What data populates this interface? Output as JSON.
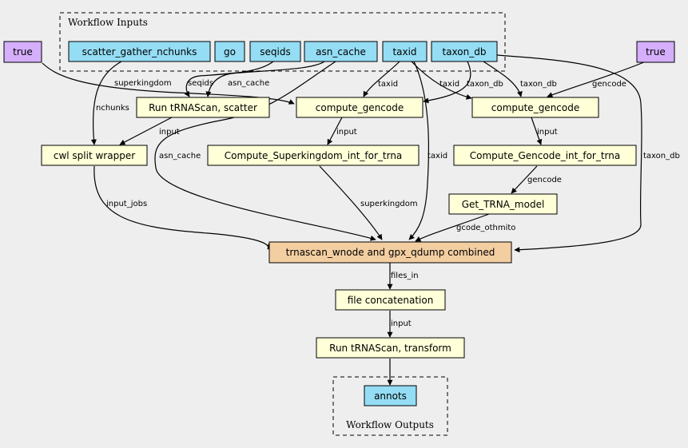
{
  "clusters": {
    "inputs_label": "Workflow Inputs",
    "outputs_label": "Workflow Outputs"
  },
  "colors": {
    "input": "#94ddf4",
    "output": "#94ddf4",
    "step": "#ffffd8",
    "main_step": "#f3cea1",
    "constant": "#d5aefc",
    "background": "#eeeeee"
  },
  "nodes": {
    "true_left": "true",
    "true_right": "true",
    "scatter_gather_nchunks": "scatter_gather_nchunks",
    "go": "go",
    "seqids": "seqids",
    "asn_cache": "asn_cache",
    "taxid": "taxid",
    "taxon_db": "taxon_db",
    "run_trnascan_scatter": "Run tRNAScan, scatter",
    "compute_gencode_1": "compute_gencode",
    "compute_gencode_2": "compute_gencode",
    "cwl_split_wrapper": "cwl split wrapper",
    "compute_superkingdom": "Compute_Superkingdom_int_for_trna",
    "compute_gencode_int": "Compute_Gencode_int_for_trna",
    "get_trna_model": "Get_TRNA_model",
    "trnascan_combined": "trnascan_wnode and gpx_qdump combined",
    "file_concatenation": "file concatenation",
    "run_trnascan_transform": "Run tRNAScan, transform",
    "annots": "annots"
  },
  "edges": {
    "superkingdom_1": "superkingdom",
    "nchunks": "nchunks",
    "seqids": "seqids",
    "asn_cache_1": "asn_cache",
    "taxid_1": "taxid",
    "taxid_2": "taxid",
    "taxon_db_1": "taxon_db",
    "taxon_db_2": "taxon_db",
    "gencode_1": "gencode",
    "input_1": "input",
    "input_2": "input",
    "input_3": "input",
    "asn_cache_2": "asn_cache",
    "taxid_3": "taxid",
    "taxon_db_3": "taxon_db",
    "gencode_2": "gencode",
    "input_jobs": "input_jobs",
    "superkingdom_2": "superkingdom",
    "gcode_othmito": "gcode_othmito",
    "files_in": "files_in",
    "input_4": "input"
  }
}
